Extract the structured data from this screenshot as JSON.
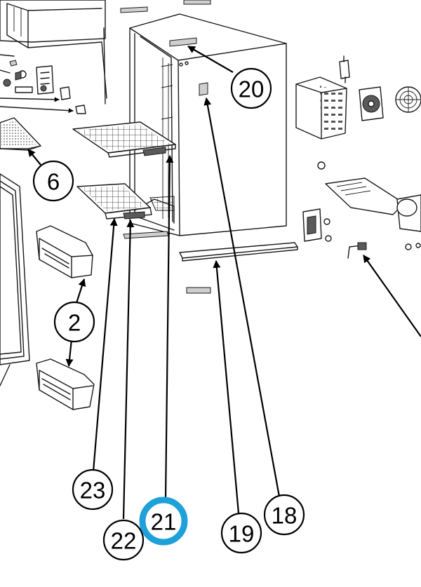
{
  "diagram": {
    "highlight_color": "#1ea0d8",
    "callouts": [
      {
        "id": "c20",
        "label": "20",
        "highlighted": false
      },
      {
        "id": "c6",
        "label": "6",
        "highlighted": false
      },
      {
        "id": "c2",
        "label": "2",
        "highlighted": false
      },
      {
        "id": "c23",
        "label": "23",
        "highlighted": false
      },
      {
        "id": "c21",
        "label": "21",
        "highlighted": true
      },
      {
        "id": "c22",
        "label": "22",
        "highlighted": false
      },
      {
        "id": "c19",
        "label": "19",
        "highlighted": false
      },
      {
        "id": "c18",
        "label": "18",
        "highlighted": false
      }
    ]
  }
}
